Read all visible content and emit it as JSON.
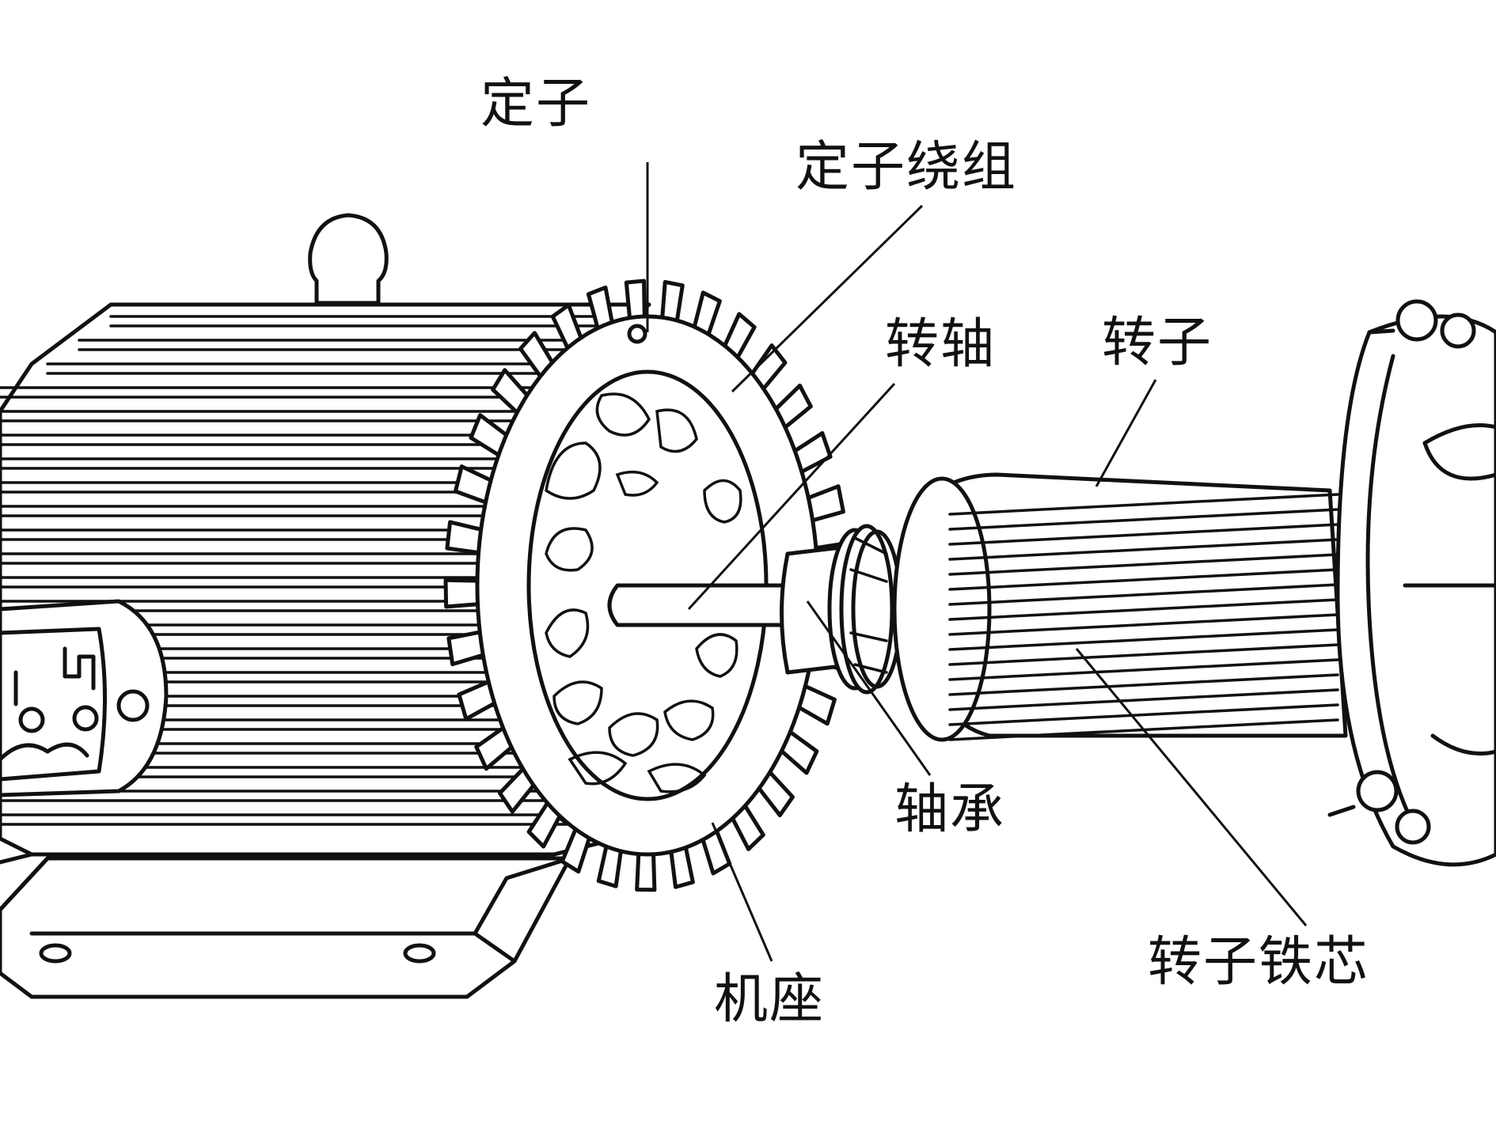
{
  "labels": {
    "stator": "定子",
    "stator_winding": "定子绕组",
    "shaft": "转轴",
    "rotor": "转子",
    "bearing": "轴承",
    "frame": "机座",
    "rotor_core": "转子铁芯"
  },
  "colors": {
    "ink": "#111111",
    "background": "#ffffff"
  }
}
